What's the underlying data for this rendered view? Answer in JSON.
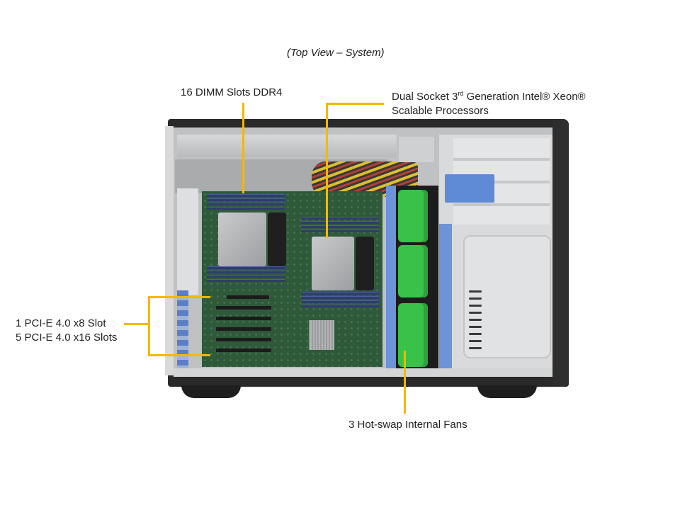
{
  "title": "(Top View – System)",
  "callouts": {
    "dimm": {
      "label": "16 DIMM Slots DDR4"
    },
    "cpu": {
      "line1_pre": "Dual Socket 3",
      "line1_sup": "rd",
      "line1_post": " Generation Intel® Xeon®",
      "line2": "Scalable Processors"
    },
    "pcie": {
      "line1": "1 PCI-E 4.0 x8 Slot",
      "line2": "5 PCI-E 4.0 x16 Slots"
    },
    "fans": {
      "label": "3 Hot-swap Internal Fans"
    }
  },
  "colors": {
    "callout_line": "#F5B800",
    "chassis": "#2a2a2a",
    "fan_green": "#39c24a",
    "rail_blue": "#6d93d8",
    "motherboard": "#2f5a3a"
  },
  "components": {
    "dimm_slot_count": 16,
    "cpu_socket_count": 2,
    "pcie_x8_count": 1,
    "pcie_x16_count": 5,
    "hot_swap_fan_count": 3
  }
}
